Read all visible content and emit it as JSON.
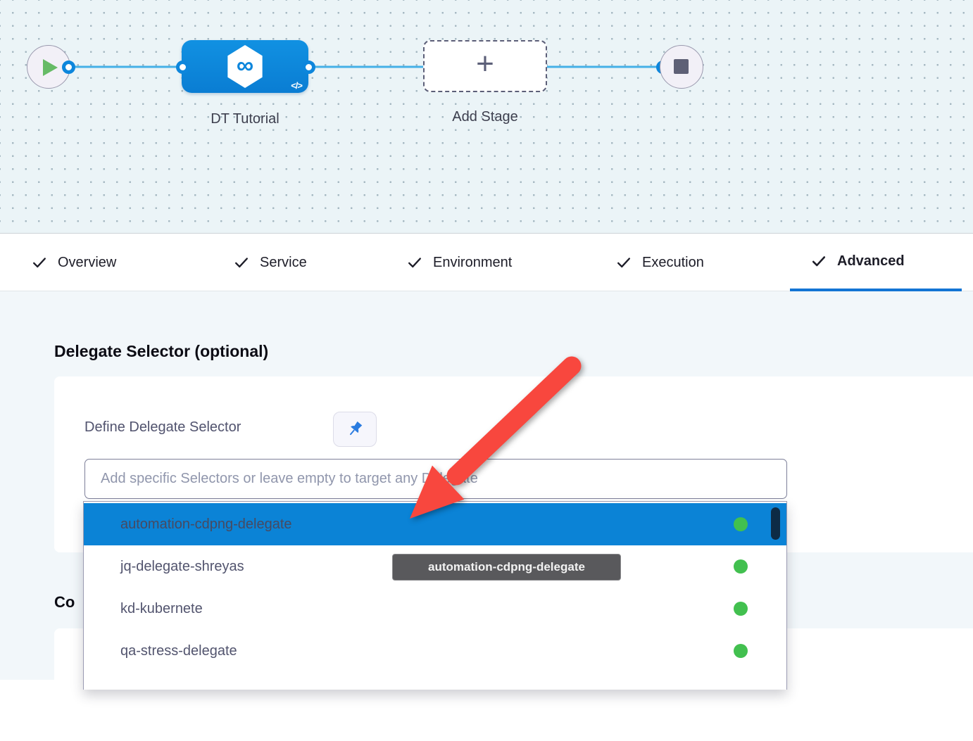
{
  "colors": {
    "primary_blue": "#0b83d6",
    "stage_blue": "#0d86dc",
    "tab_underline": "#1374d4",
    "status_green": "#42c04f",
    "arrow_red": "#f8473e",
    "tooltip_bg": "#59595c"
  },
  "pipeline": {
    "start_icon": "play-icon",
    "end_icon": "stop-icon",
    "stage": {
      "name": "DT Tutorial",
      "icon_glyph": "∞",
      "code_badge": "</>"
    },
    "add_stage": {
      "label": "Add Stage",
      "plus_glyph": "+"
    }
  },
  "tabs": {
    "active": "Advanced",
    "items": [
      {
        "label": "Overview",
        "checked": true
      },
      {
        "label": "Service",
        "checked": true
      },
      {
        "label": "Environment",
        "checked": true
      },
      {
        "label": "Execution",
        "checked": true
      },
      {
        "label": "Advanced",
        "checked": true
      }
    ]
  },
  "advanced_tab": {
    "section_heading": "Delegate Selector (optional)",
    "define_label": "Define Delegate Selector",
    "pin_icon": "pushpin-icon",
    "selector_input": {
      "value": "",
      "placeholder": "Add specific Selectors or leave empty to target any Delegate"
    },
    "dropdown": {
      "selected": "automation-cdpng-delegate",
      "items": [
        {
          "name": "automation-cdpng-delegate",
          "status": "connected"
        },
        {
          "name": "jq-delegate-shreyas",
          "status": "connected"
        },
        {
          "name": "kd-kubernete",
          "status": "connected"
        },
        {
          "name": "qa-stress-delegate",
          "status": "connected"
        }
      ]
    },
    "tooltip": "automation-cdpng-delegate",
    "clipped_heading": "Co"
  }
}
